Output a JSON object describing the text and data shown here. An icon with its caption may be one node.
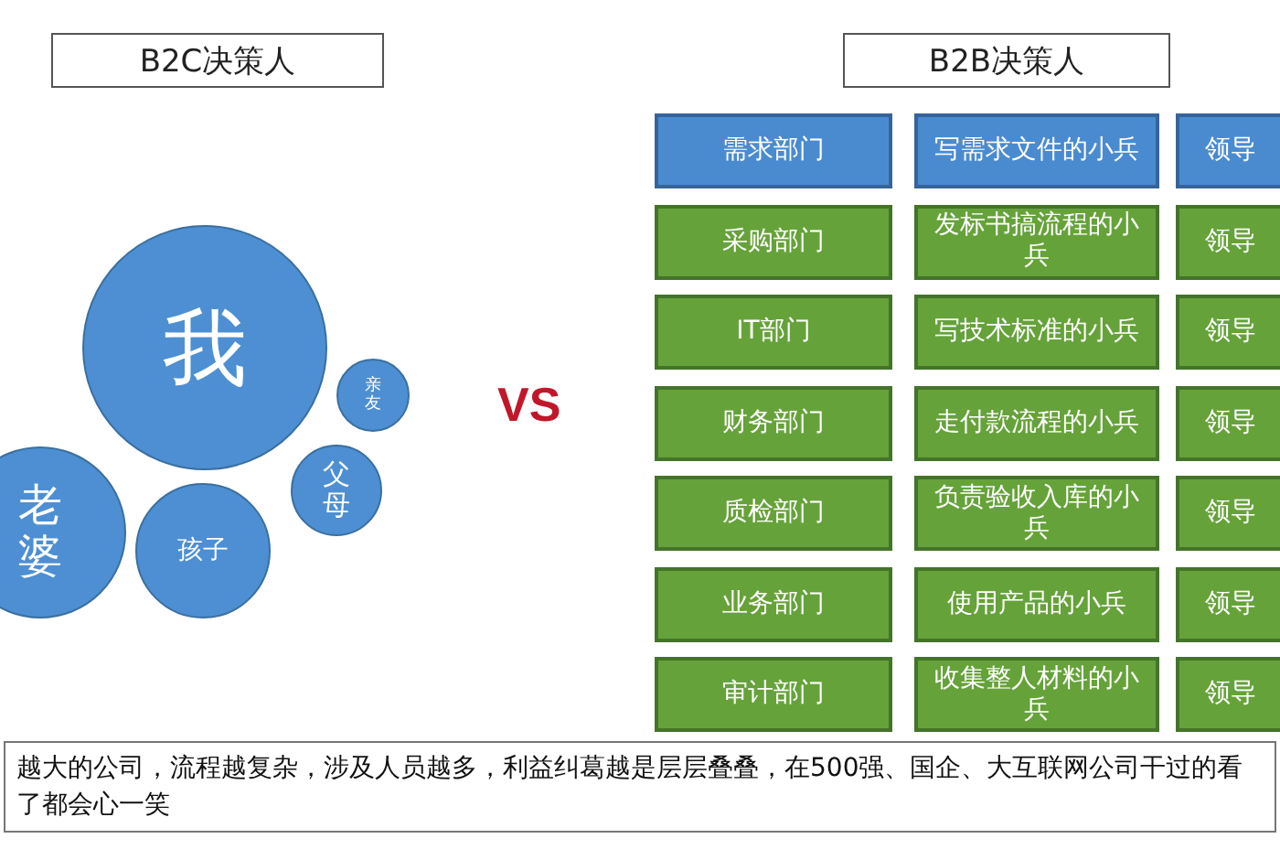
{
  "diagram": {
    "nodes": [
      {
        "text": [
          "B2C决策人"
        ]
      },
      {
        "text": [
          "B2B决策人"
        ]
      },
      {
        "text": [
          "我"
        ]
      },
      {
        "text": [
          "亲友"
        ]
      },
      {
        "text": [
          "父母"
        ]
      },
      {
        "text": [
          "老婆"
        ]
      },
      {
        "text": [
          "孩子"
        ]
      },
      {
        "text": [
          "需求部门"
        ]
      },
      {
        "text": [
          "写需求文件的小兵"
        ]
      },
      {
        "text": [
          "领导"
        ]
      },
      {
        "text": [
          "采购部门"
        ]
      },
      {
        "text": [
          "发标书搞流程的小兵"
        ]
      },
      {
        "text": [
          "领导"
        ]
      },
      {
        "text": [
          "IT部门"
        ]
      },
      {
        "text": [
          "写技术标准的小兵"
        ]
      },
      {
        "text": [
          "领导"
        ]
      },
      {
        "text": [
          "财务部门"
        ]
      },
      {
        "text": [
          "走付款流程的小兵"
        ]
      },
      {
        "text": [
          "领导"
        ]
      },
      {
        "text": [
          "质检部门"
        ]
      },
      {
        "text": [
          "负责验收入库的小兵"
        ]
      },
      {
        "text": [
          "领导"
        ]
      },
      {
        "text": [
          "业务部门"
        ]
      },
      {
        "text": [
          "使用产品的小兵"
        ]
      },
      {
        "text": [
          "领导"
        ]
      },
      {
        "text": [
          "审计部门"
        ]
      },
      {
        "text": [
          "收集整人材料的小兵"
        ]
      },
      {
        "text": [
          "领导"
        ]
      },
      {
        "text": [
          "越大的公司，流程越复杂，涉及人员越多，利益纠葛越是层层叠叠，在500强、国企、大互联网公司干过的看了都会心一笑"
        ]
      }
    ],
    "labels": [
      "VS"
    ]
  }
}
